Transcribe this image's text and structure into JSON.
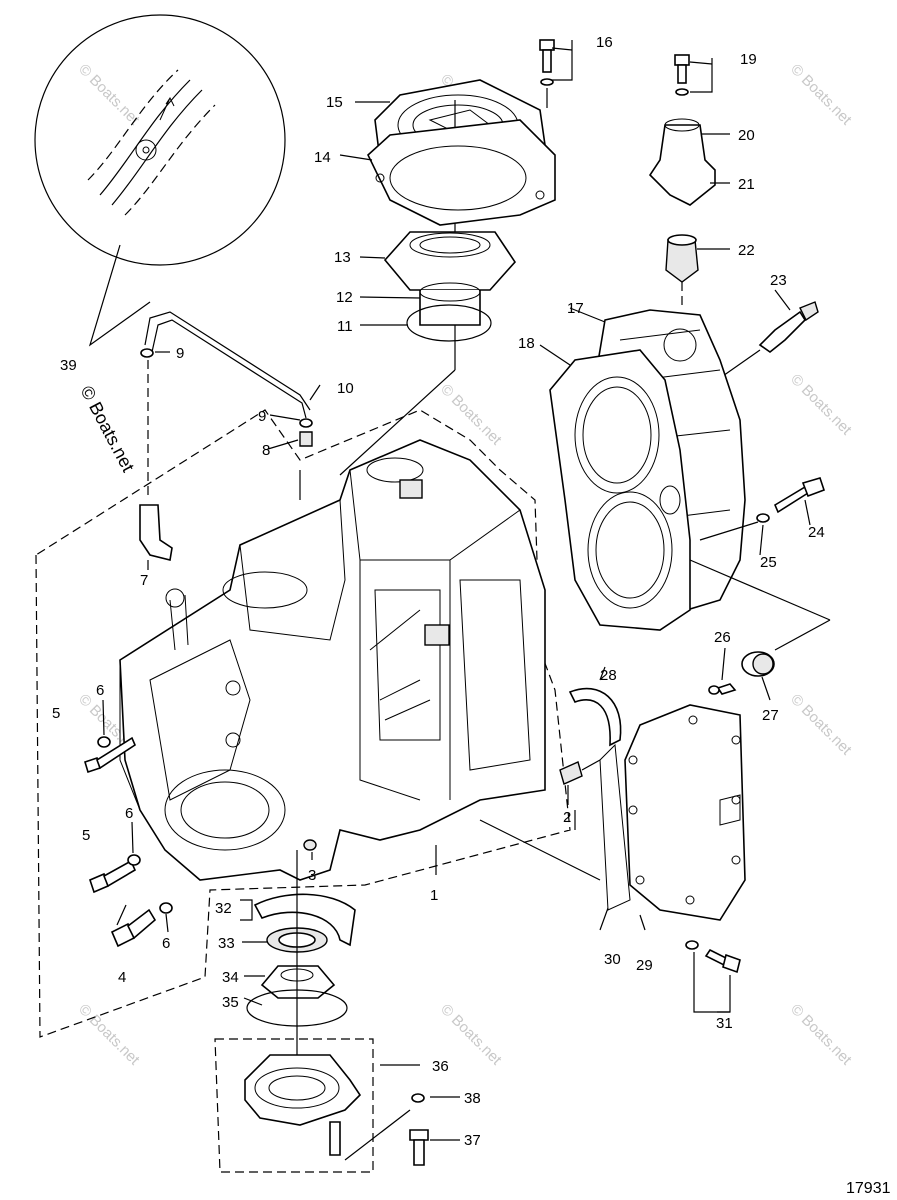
{
  "watermark": {
    "text": "© Boats.net",
    "side_text": "© Boats.net"
  },
  "figure_number": "17931",
  "callouts": {
    "c1": "1",
    "c2": "2",
    "c3": "3",
    "c4": "4",
    "c5a": "5",
    "c5b": "5",
    "c6a": "6",
    "c6b": "6",
    "c6c": "6",
    "c7": "7",
    "c8": "8",
    "c9a": "9",
    "c9b": "9",
    "c10": "10",
    "c11": "11",
    "c12": "12",
    "c13": "13",
    "c14": "14",
    "c15": "15",
    "c16": "16",
    "c17": "17",
    "c18": "18",
    "c19": "19",
    "c20": "20",
    "c21": "21",
    "c22": "22",
    "c23": "23",
    "c24": "24",
    "c25": "25",
    "c26": "26",
    "c27": "27",
    "c28": "28",
    "c29": "29",
    "c30": "30",
    "c31": "31",
    "c32": "32",
    "c33": "33",
    "c34": "34",
    "c35": "35",
    "c36": "36",
    "c37": "37",
    "c38": "38",
    "c39": "39"
  }
}
